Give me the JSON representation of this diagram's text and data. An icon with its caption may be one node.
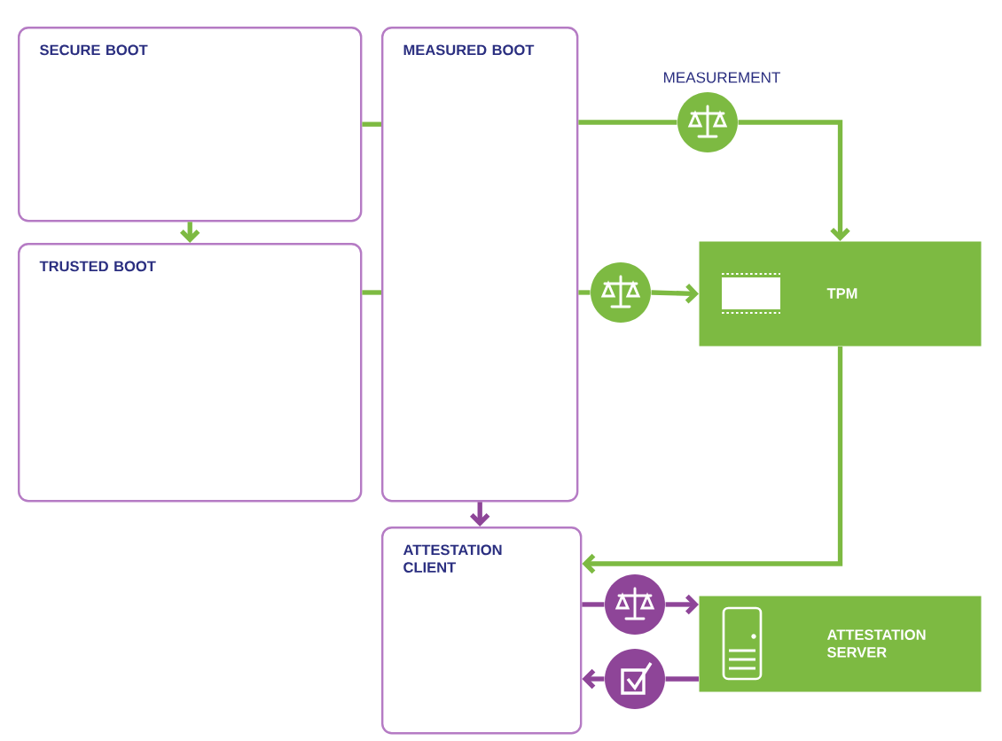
{
  "diagram": {
    "nodes": [
      {
        "text": [
          "SECURE BOOT"
        ]
      },
      {
        "text": [
          "TRUSTED BOOT"
        ]
      },
      {
        "text": [
          "MEASURED BOOT"
        ]
      },
      {
        "text": [],
        "shape": "circle",
        "beside": [
          "MEASUREMENT"
        ]
      },
      {
        "text": [
          "TPM"
        ]
      },
      {
        "text": [],
        "shape": "circle"
      },
      {
        "text": [
          "ATTESTATION CLIENT"
        ]
      },
      {
        "text": [],
        "shape": "circle"
      },
      {
        "text": [
          "ATTESTATION SERVER"
        ]
      },
      {
        "text": [],
        "shape": "circle"
      }
    ],
    "edges": [
      {
        "from": 0,
        "to": 1,
        "arrow": "to"
      },
      {
        "from": 0,
        "to": 2,
        "arrow": "none"
      },
      {
        "from": 1,
        "to": 2,
        "arrow": "none"
      },
      {
        "from": 2,
        "to": 3,
        "arrow": "none"
      },
      {
        "from": 3,
        "to": 4,
        "arrow": "to"
      },
      {
        "from": 2,
        "to": 5,
        "arrow": "none"
      },
      {
        "from": 5,
        "to": 4,
        "arrow": "to"
      },
      {
        "from": 2,
        "to": 6,
        "arrow": "to",
        "color": "#8e4598"
      },
      {
        "from": 4,
        "to": 6,
        "arrow": "to"
      },
      {
        "from": 6,
        "to": 7,
        "arrow": "none",
        "color": "#8e4598"
      },
      {
        "from": 7,
        "to": 8,
        "arrow": "to",
        "color": "#8e4598"
      },
      {
        "from": 8,
        "to": 9,
        "arrow": "none",
        "color": "#8e4598"
      },
      {
        "from": 9,
        "to": 6,
        "arrow": "to",
        "color": "#8e4598"
      }
    ]
  }
}
